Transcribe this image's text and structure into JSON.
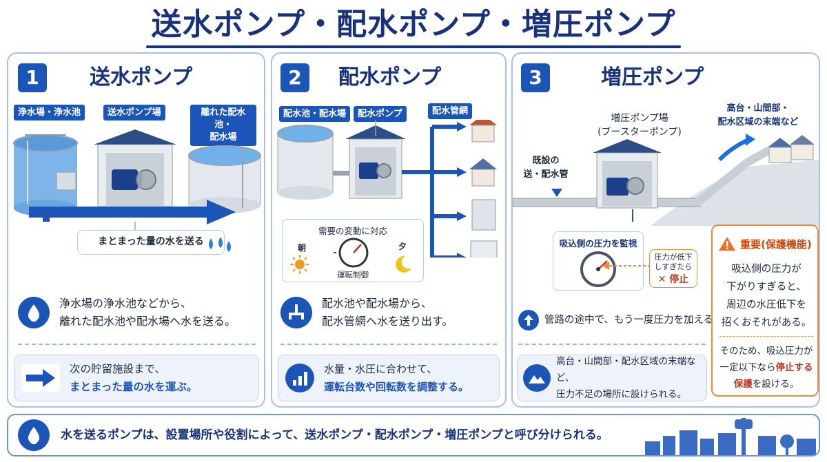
{
  "title": "送水ポンプ・配水ポンプ・増圧ポンプ",
  "panel1": {
    "number": "1",
    "title": "送水ポンプ",
    "label_left": "浄水場・浄水池",
    "label_center": "送水ポンプ場",
    "label_right_1": "離れた配水池・",
    "label_right_2": "配水場",
    "flow_note": "まとまった量の水を送る",
    "desc_1": "浄水場の浄水池などから、",
    "desc_2": "離れた配水池や配水場へ水を送る。",
    "info_1": "次の貯留施設まで、",
    "info_2": "まとまった量の水を運ぶ。"
  },
  "panel2": {
    "number": "2",
    "title": "配水ポンプ",
    "label_left": "配水池・配水場",
    "label_center": "配水ポンプ",
    "label_right": "配水管網",
    "demand_title": "需要の変動に対応",
    "morning": "朝",
    "evening": "夕",
    "control": "運転制御",
    "desc_1": "配水池や配水場から、",
    "desc_2": "配水管網へ水を送り出す。",
    "info_1": "水量・水圧に合わせて、",
    "info_2": "運転台数や回転数を調整する。"
  },
  "panel3": {
    "number": "3",
    "title": "増圧ポンプ",
    "station_1": "増圧ポンプ場",
    "station_2": "(ブースターポンプ)",
    "pipe_1": "既設の",
    "pipe_2": "送・配水管",
    "area_1": "高台・山間部・",
    "area_2": "配水区域の末端など",
    "monitor": "吸込側の圧力を監視",
    "drop_1": "圧力が低下",
    "drop_2": "しすぎたら",
    "stop": "停止",
    "desc": "管路の途中で、もう一度圧力を加える。",
    "info_1": "高台・山間部・配水区域の末端など、",
    "info_2": "圧力不足の場所に設けられる。",
    "warn_title": "重要(保護機能)",
    "warn_1": "吸込側の圧力が",
    "warn_2": "下がりすぎると、",
    "warn_3": "周辺の水圧低下を",
    "warn_4": "招くおそれがある。",
    "warn_5": "そのため、吸込圧力が",
    "warn_6a": "一定以下なら",
    "warn_6b": "停止する",
    "warn_7a": "保護",
    "warn_7b": "を設ける。"
  },
  "bottom": {
    "text": "水を送るポンプは、設置場所や役割によって、送水ポンプ・配水ポンプ・増圧ポンプと呼び分けられる。"
  },
  "colors": {
    "navy": "#17327a",
    "blue": "#1c55b8",
    "light_blue": "#eef3fb",
    "orange": "#ec8a3a",
    "red": "#c0331a"
  }
}
